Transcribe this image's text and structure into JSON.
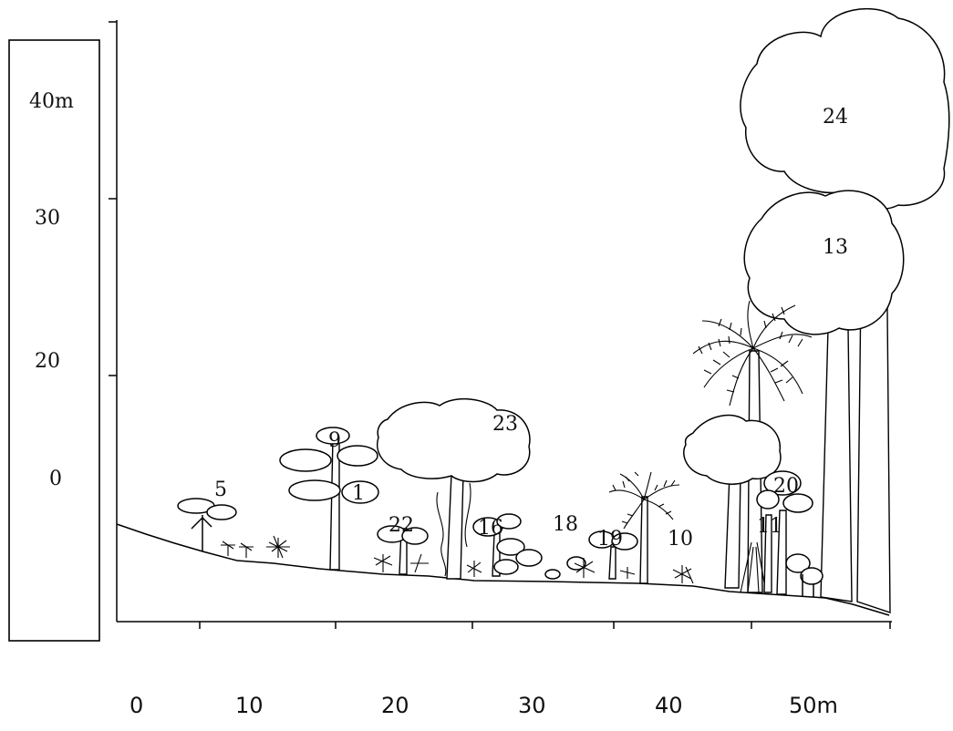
{
  "height_scale": {
    "labels": [
      "40m",
      "30",
      "20",
      "0"
    ]
  },
  "distance_axis": {
    "labels": [
      "0",
      "10",
      "20",
      "30",
      "40",
      "50m"
    ]
  },
  "tree_labels": {
    "t5": "5",
    "t9": "9",
    "t1": "1",
    "t22": "22",
    "t23": "23",
    "t16": "16",
    "t18": "18",
    "t19": "19",
    "t10": "10",
    "t20": "20",
    "t11": "11",
    "t13": "13",
    "t24": "24"
  }
}
